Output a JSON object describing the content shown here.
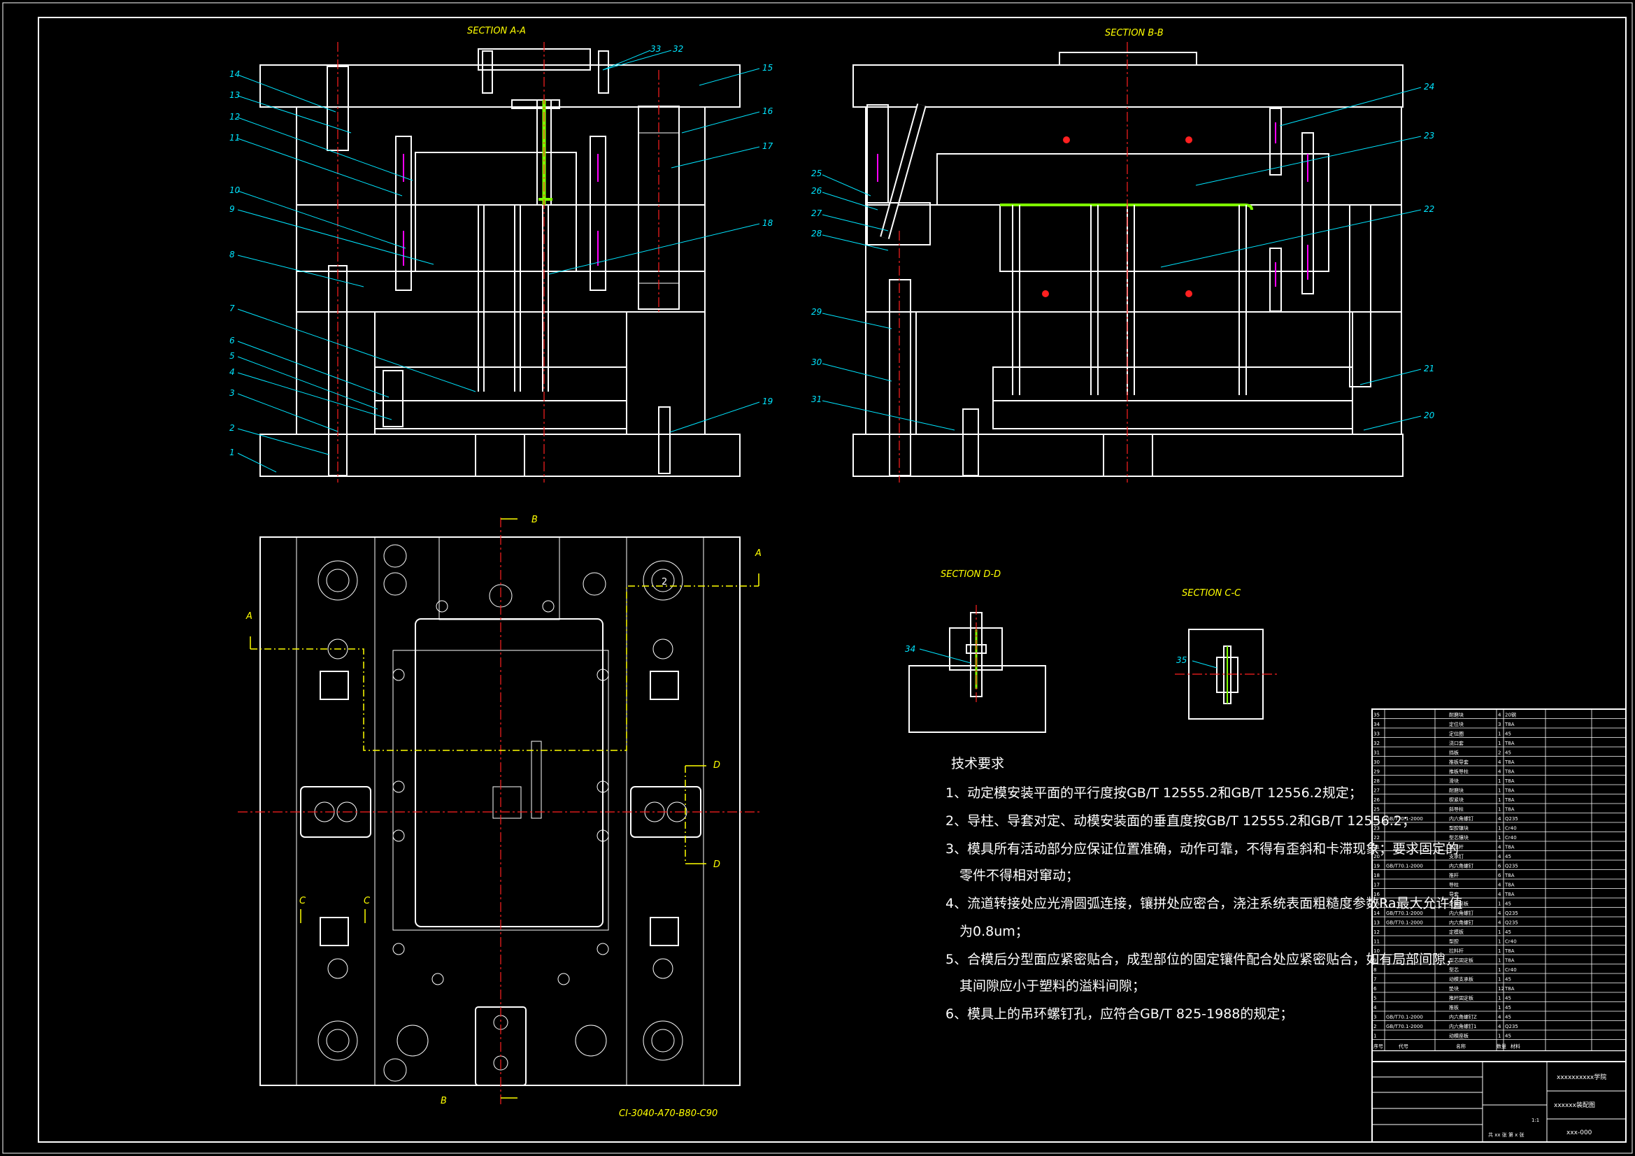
{
  "sections": {
    "a": "SECTION A-A",
    "b": "SECTION B-B",
    "d": "SECTION D-D",
    "c": "SECTION C-C"
  },
  "cut_marks": {
    "a": "A",
    "b": "B",
    "c": "C",
    "d": "D"
  },
  "callouts_a": [
    "1",
    "2",
    "3",
    "4",
    "5",
    "6",
    "7",
    "8",
    "9",
    "10",
    "11",
    "12",
    "13",
    "14",
    "15",
    "16",
    "17",
    "18",
    "19",
    "32",
    "33"
  ],
  "callouts_b": [
    "20",
    "21",
    "22",
    "23",
    "24",
    "25",
    "26",
    "27",
    "28",
    "29",
    "30",
    "31"
  ],
  "callout_d": "34",
  "callout_c": "35",
  "plan_spec": "CI-3040-A70-B80-C90",
  "plan_mark": "2",
  "notes": {
    "title": "技术要求",
    "lines": [
      "1、动定模安装平面的平行度按GB/T 12555.2和GB/T 12556.2规定；",
      "2、导柱、导套对定、动模安装面的垂直度按GB/T 12555.2和GB/T 12556.2；",
      "3、模具所有活动部分应保证位置准确，动作可靠，不得有歪斜和卡滞现象；要求固定的",
      "零件不得相对窜动；",
      "4、流道转接处应光滑圆弧连接，镶拼处应密合，浇注系统表面粗糙度参数Ra最大允许值",
      "为0.8um；",
      "5、合模后分型面应紧密贴合，成型部位的固定镶件配合处应紧密贴合，如有局部间隙，",
      "其间隙应小于塑料的溢料间隙；",
      "6、模具上的吊环螺钉孔，应符合GB/T 825-1988的规定；"
    ]
  },
  "bom": [
    {
      "no": "35",
      "code": "",
      "name": "耐磨块",
      "qty": "4",
      "mat": "20钢"
    },
    {
      "no": "34",
      "code": "",
      "name": "定位块",
      "qty": "3",
      "mat": "T8A"
    },
    {
      "no": "33",
      "code": "",
      "name": "定位圈",
      "qty": "1",
      "mat": "45"
    },
    {
      "no": "32",
      "code": "",
      "name": "浇口套",
      "qty": "1",
      "mat": "T8A"
    },
    {
      "no": "31",
      "code": "",
      "name": "挡板",
      "qty": "2",
      "mat": "45"
    },
    {
      "no": "30",
      "code": "",
      "name": "推板导套",
      "qty": "4",
      "mat": "T8A"
    },
    {
      "no": "29",
      "code": "",
      "name": "推板导柱",
      "qty": "4",
      "mat": "T8A"
    },
    {
      "no": "28",
      "code": "",
      "name": "滑块",
      "qty": "1",
      "mat": "T8A"
    },
    {
      "no": "27",
      "code": "",
      "name": "耐磨块",
      "qty": "1",
      "mat": "T8A"
    },
    {
      "no": "26",
      "code": "",
      "name": "楔紧块",
      "qty": "1",
      "mat": "T8A"
    },
    {
      "no": "25",
      "code": "",
      "name": "斜导柱",
      "qty": "1",
      "mat": "T8A"
    },
    {
      "no": "24",
      "code": "GB/T70.1-2000",
      "name": "内六角螺钉",
      "qty": "4",
      "mat": "Q235"
    },
    {
      "no": "23",
      "code": "",
      "name": "型腔镶块",
      "qty": "1",
      "mat": "Cr40"
    },
    {
      "no": "22",
      "code": "",
      "name": "型芯镶块",
      "qty": "1",
      "mat": "Cr40"
    },
    {
      "no": "21",
      "code": "",
      "name": "复位杆",
      "qty": "4",
      "mat": "T8A"
    },
    {
      "no": "20",
      "code": "",
      "name": "支承钉",
      "qty": "4",
      "mat": "45"
    },
    {
      "no": "19",
      "code": "GB/T70.1-2000",
      "name": "内六角螺钉",
      "qty": "6",
      "mat": "Q235"
    },
    {
      "no": "18",
      "code": "",
      "name": "推杆",
      "qty": "6",
      "mat": "T8A"
    },
    {
      "no": "17",
      "code": "",
      "name": "导柱",
      "qty": "4",
      "mat": "T8A"
    },
    {
      "no": "16",
      "code": "",
      "name": "导套",
      "qty": "4",
      "mat": "T8A"
    },
    {
      "no": "15",
      "code": "",
      "name": "定模座板",
      "qty": "1",
      "mat": "45"
    },
    {
      "no": "14",
      "code": "GB/T70.1-2000",
      "name": "内六角螺钉",
      "qty": "4",
      "mat": "Q235"
    },
    {
      "no": "13",
      "code": "GB/T70.1-2000",
      "name": "内六角螺钉",
      "qty": "4",
      "mat": "Q235"
    },
    {
      "no": "12",
      "code": "",
      "name": "定模板",
      "qty": "1",
      "mat": "45"
    },
    {
      "no": "11",
      "code": "",
      "name": "型腔",
      "qty": "1",
      "mat": "Cr40"
    },
    {
      "no": "10",
      "code": "",
      "name": "拉料杆",
      "qty": "1",
      "mat": "T8A"
    },
    {
      "no": "9",
      "code": "",
      "name": "型芯固定板",
      "qty": "1",
      "mat": "T8A"
    },
    {
      "no": "8",
      "code": "",
      "name": "型芯",
      "qty": "1",
      "mat": "Cr40"
    },
    {
      "no": "7",
      "code": "",
      "name": "动模支承板",
      "qty": "1",
      "mat": "45"
    },
    {
      "no": "6",
      "code": "",
      "name": "垫块",
      "qty": "12",
      "mat": "T8A"
    },
    {
      "no": "5",
      "code": "",
      "name": "推杆固定板",
      "qty": "1",
      "mat": "45"
    },
    {
      "no": "4",
      "code": "",
      "name": "推板",
      "qty": "1",
      "mat": "45"
    },
    {
      "no": "3",
      "code": "GB/T70.1-2000",
      "name": "内六角螺钉Z",
      "qty": "4",
      "mat": "45"
    },
    {
      "no": "2",
      "code": "GB/T70.1-2000",
      "name": "内六角螺钉1",
      "qty": "4",
      "mat": "Q235"
    },
    {
      "no": "1",
      "code": "",
      "name": "动模座板",
      "qty": "1",
      "mat": "45"
    }
  ],
  "title_block": {
    "header_no": "序号",
    "header_code": "代号",
    "header_name": "名称",
    "header_qty": "数量",
    "header_mat": "材料",
    "school": "xxxxxxxxxx学院",
    "drawing": "xxxxxx装配图",
    "drawing_no": "xxx-000",
    "sheets": "共 xx 张  第 x 张",
    "scale": "1:1"
  }
}
